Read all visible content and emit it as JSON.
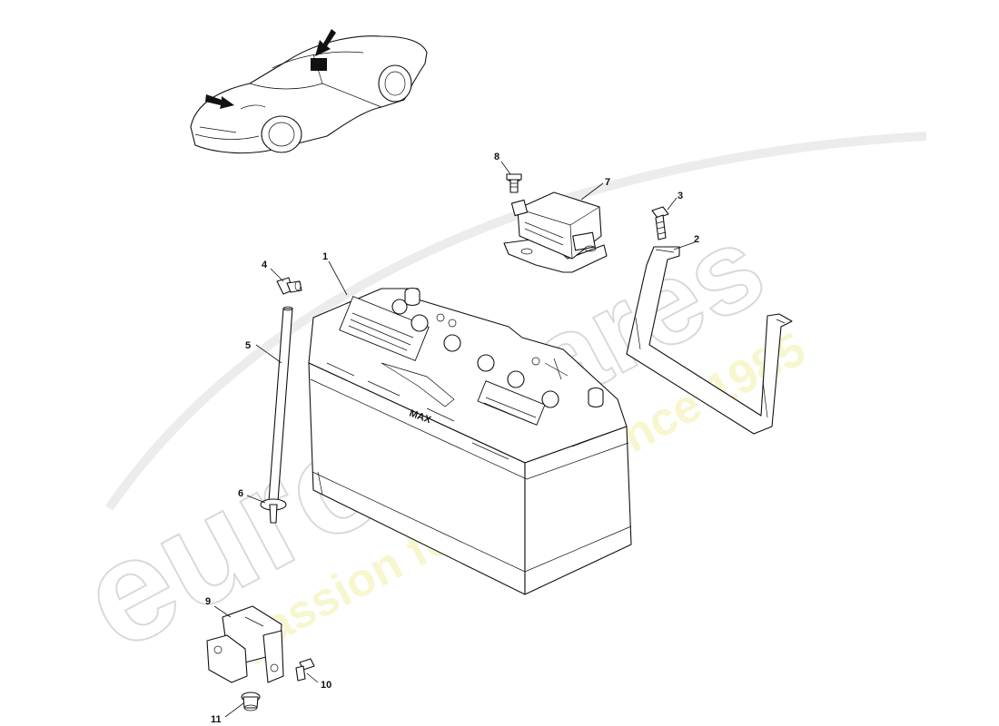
{
  "callouts": [
    "1",
    "2",
    "3",
    "4",
    "5",
    "6",
    "7",
    "8",
    "9",
    "10",
    "11"
  ],
  "watermark": {
    "brand_prefix": "euro",
    "brand_suffix": "spares",
    "tagline": "a passion for parts since 1985",
    "brand_color": "#d9d9d9",
    "tagline_color": "#f3f0a8"
  },
  "battery_label_mark": "MAX"
}
